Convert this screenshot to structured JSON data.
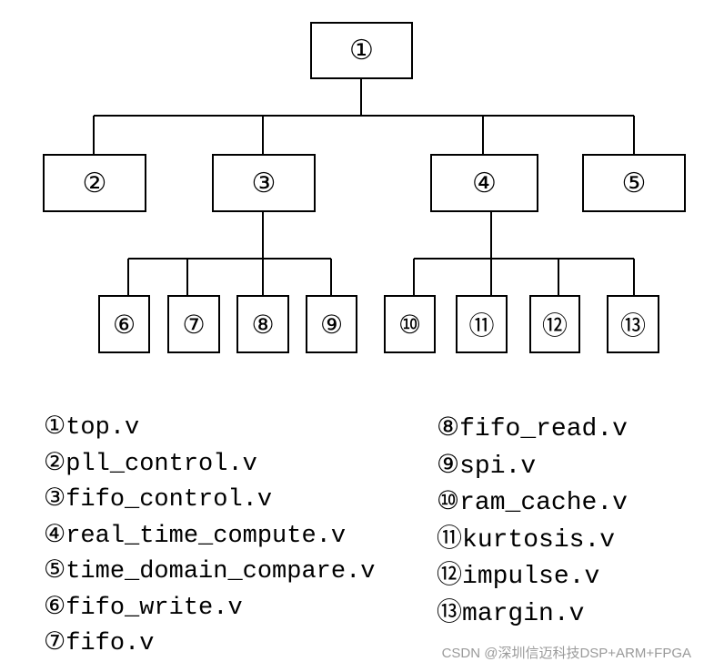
{
  "diagram": {
    "root": {
      "id": "n1",
      "label": "①"
    },
    "level1": [
      {
        "id": "n2",
        "label": "②"
      },
      {
        "id": "n3",
        "label": "③"
      },
      {
        "id": "n4",
        "label": "④"
      },
      {
        "id": "n5",
        "label": "⑤"
      }
    ],
    "children_of_n3": [
      {
        "id": "n6",
        "label": "⑥"
      },
      {
        "id": "n7",
        "label": "⑦"
      },
      {
        "id": "n8",
        "label": "⑧"
      },
      {
        "id": "n9",
        "label": "⑨"
      }
    ],
    "children_of_n4": [
      {
        "id": "n10",
        "label": "⑩"
      },
      {
        "id": "n11",
        "label": "⑪"
      },
      {
        "id": "n12",
        "label": "⑫"
      },
      {
        "id": "n13",
        "label": "⑬"
      }
    ]
  },
  "legend": {
    "left": [
      {
        "mark": "①",
        "file": "top.v"
      },
      {
        "mark": "②",
        "file": "pll_control.v"
      },
      {
        "mark": "③",
        "file": "fifo_control.v"
      },
      {
        "mark": "④",
        "file": "real_time_compute.v"
      },
      {
        "mark": "⑤",
        "file": "time_domain_compare.v"
      },
      {
        "mark": "⑥",
        "file": "fifo_write.v"
      },
      {
        "mark": "⑦",
        "file": "fifo.v"
      }
    ],
    "right": [
      {
        "mark": "⑧",
        "file": "fifo_read.v"
      },
      {
        "mark": "⑨",
        "file": "spi.v"
      },
      {
        "mark": "⑩",
        "file": "ram_cache.v"
      },
      {
        "mark": "⑪",
        "file": "kurtosis.v"
      },
      {
        "mark": "⑫",
        "file": "impulse.v"
      },
      {
        "mark": "⑬",
        "file": "margin.v"
      }
    ]
  },
  "watermark": "CSDN @深圳信迈科技DSP+ARM+FPGA"
}
